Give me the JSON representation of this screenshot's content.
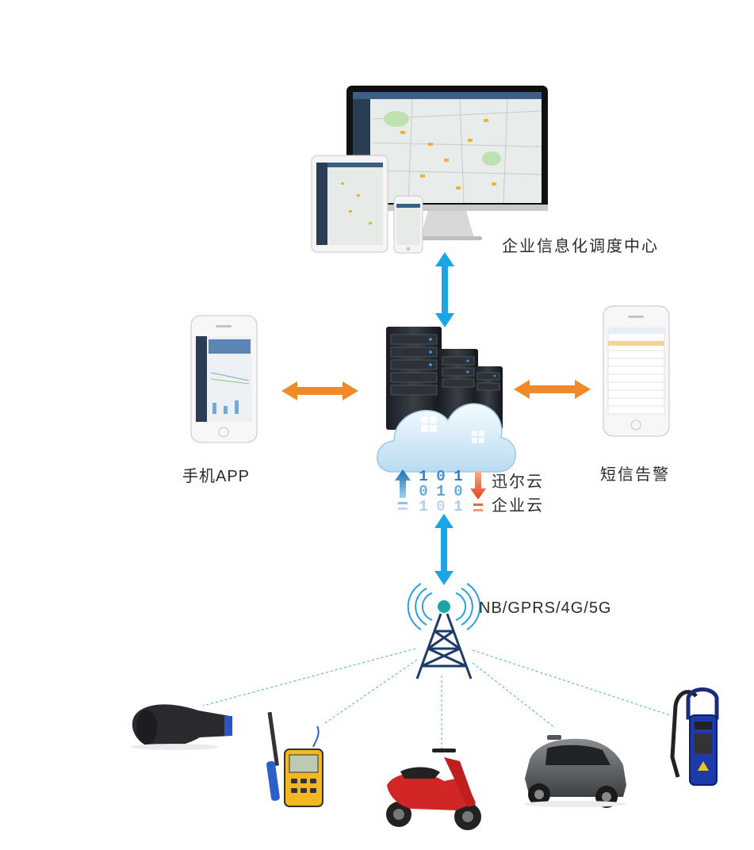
{
  "labels": {
    "dispatch_center": "企业信息化调度中心",
    "mobile_app": "手机APP",
    "sms_alarm": "短信告警",
    "cloud_line1": "迅尔云",
    "cloud_line2": "企业云",
    "network": "NB/GPRS/4G/5G"
  },
  "binary_digits": [
    "1",
    "0",
    "1",
    "0",
    "1",
    "0",
    "1",
    "0",
    "1"
  ],
  "colors": {
    "blue_arrow": "#1aa6e6",
    "orange_arrow": "#f0892a",
    "dash_line": "#4aa8e0",
    "tower": "#1e3a6a",
    "signal": "#2aa0e0",
    "text": "#2b2b2b"
  },
  "icons": [
    "monitor-icon",
    "tablet-icon",
    "phone-icon",
    "server-icon",
    "cloud-icon",
    "tower-icon",
    "gas-detector-icon",
    "thermometer-icon",
    "scooter-icon",
    "car-icon",
    "leak-detector-icon"
  ]
}
